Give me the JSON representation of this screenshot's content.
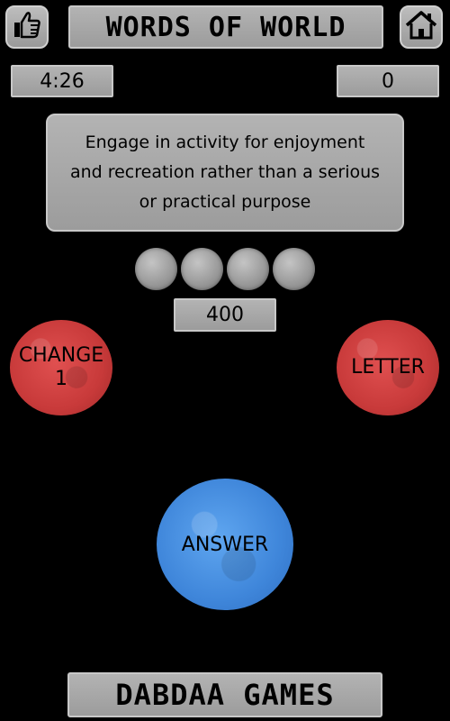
{
  "header": {
    "title": "WORDS OF WORLD",
    "like_icon": "thumbs-up-icon",
    "home_icon": "home-icon"
  },
  "status": {
    "timer": "4:26",
    "score": "0"
  },
  "clue": {
    "lines": [
      "Engage in activity for enjoyment",
      "and recreation rather than a serious",
      "or practical purpose"
    ]
  },
  "letter_slots": {
    "count": 4
  },
  "points": "400",
  "actions": {
    "change_label": "CHANGE",
    "change_count": "1",
    "letter_label": "LETTER",
    "answer_label": "ANSWER"
  },
  "footer": {
    "brand": "DABDAA GAMES"
  },
  "colors": {
    "background": "#000000",
    "panel": "#a8a8a8",
    "red_button": "#c83a3a",
    "blue_button": "#3f86da"
  }
}
